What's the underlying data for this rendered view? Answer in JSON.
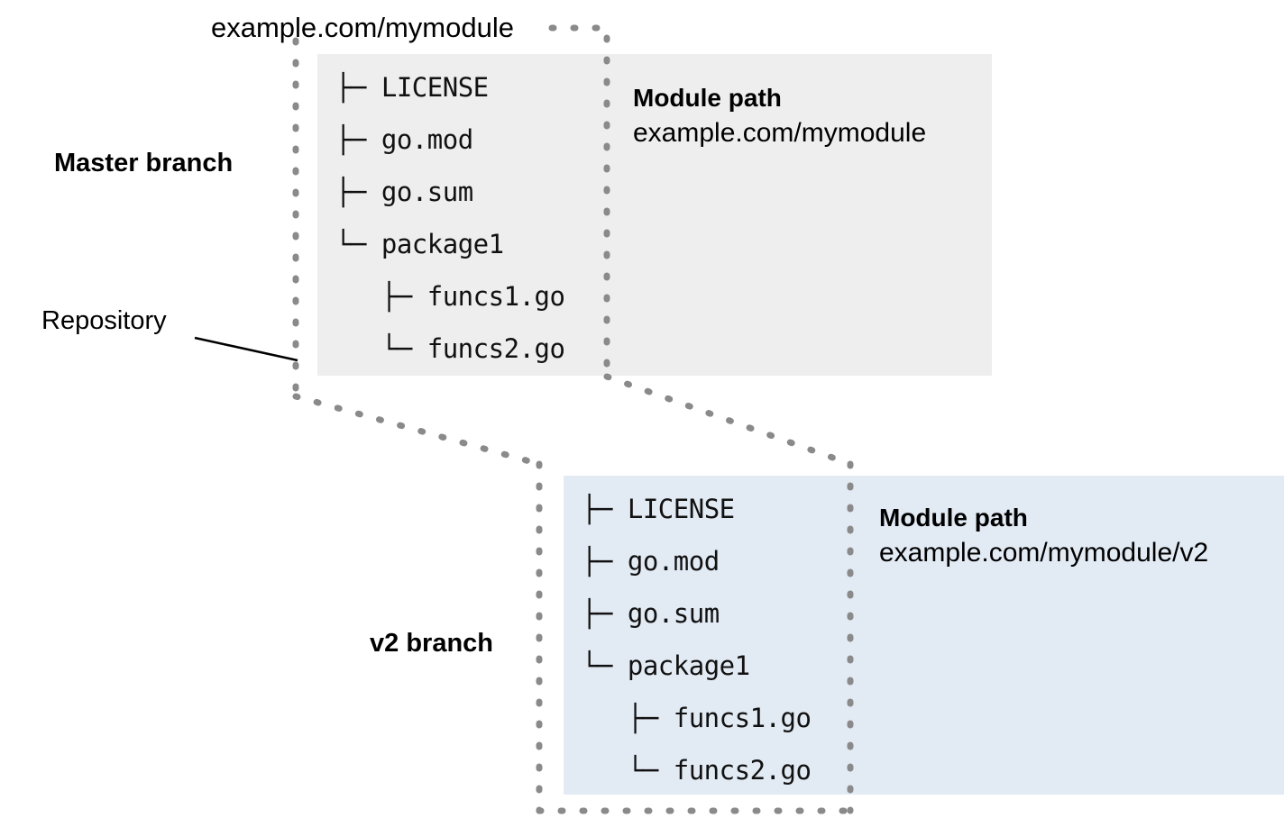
{
  "diagram": {
    "title_label": "example.com/mymodule",
    "repository_label": "Repository",
    "branches": [
      {
        "id": "master",
        "name_label": "Master branch",
        "panel_color": "#eeeeee",
        "module_path_title": "Module path",
        "module_path_value": "example.com/mymodule",
        "tree": [
          {
            "glyph": "├─ ",
            "indent": "",
            "name": "LICENSE"
          },
          {
            "glyph": "├─ ",
            "indent": "",
            "name": "go.mod"
          },
          {
            "glyph": "├─ ",
            "indent": "",
            "name": "go.sum"
          },
          {
            "glyph": "└─ ",
            "indent": "",
            "name": "package1"
          },
          {
            "glyph": "├─ ",
            "indent": "   ",
            "name": "funcs1.go"
          },
          {
            "glyph": "└─ ",
            "indent": "   ",
            "name": "funcs2.go"
          }
        ]
      },
      {
        "id": "v2",
        "name_label": "v2 branch",
        "panel_color": "#e2eaf4",
        "module_path_title": "Module path",
        "module_path_value": "example.com/mymodule/v2",
        "tree": [
          {
            "glyph": "├─ ",
            "indent": "",
            "name": "LICENSE"
          },
          {
            "glyph": "├─ ",
            "indent": "",
            "name": "go.mod"
          },
          {
            "glyph": "├─ ",
            "indent": "",
            "name": "go.sum"
          },
          {
            "glyph": "└─ ",
            "indent": "",
            "name": "package1"
          },
          {
            "glyph": "├─ ",
            "indent": "   ",
            "name": "funcs1.go"
          },
          {
            "glyph": "└─ ",
            "indent": "   ",
            "name": "funcs2.go"
          }
        ]
      }
    ],
    "colors": {
      "boundary_dotted": "#8a8a8a",
      "leader_line": "#000000",
      "text": "#000000",
      "master_panel": "#eeeeee",
      "v2_panel": "#e2eaf4"
    }
  }
}
